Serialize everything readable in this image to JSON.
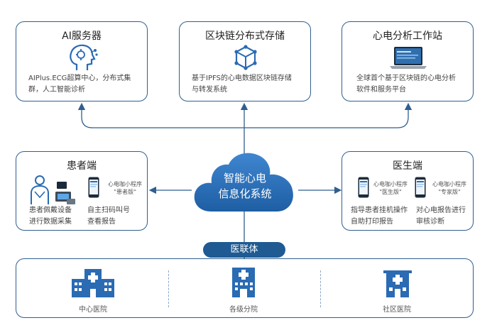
{
  "ai_server": {
    "title": "AI服务器",
    "desc_line1": "AIPlus.ECG超算中心，分布式集",
    "desc_line2": "群，人工智能诊析",
    "icon": "ai-head-icon"
  },
  "blockchain": {
    "title": "区块链分布式存储",
    "desc_line1": "基于IPFS的心电数据区块链存储",
    "desc_line2": "与转发系统",
    "icon": "blockchain-cube-icon"
  },
  "workstation": {
    "title": "心电分析工作站",
    "desc_line1": "全球首个基于区块链的心电分析",
    "desc_line2": "软件和服务平台",
    "icon": "laptop-icon"
  },
  "patient": {
    "title": "患者端",
    "miniapp_line1": "心电咖小程序",
    "miniapp_line2": "\"患者版\"",
    "desc1_line1": "患者佩戴设备",
    "desc1_line2": "进行数据采集",
    "desc2_line1": "自主扫码叫号",
    "desc2_line2": "查看报告"
  },
  "center": {
    "line1": "智能心电",
    "line2": "信息化系统"
  },
  "doctor": {
    "title": "医生端",
    "miniapp1_line1": "心电咖小程序",
    "miniapp1_line2": "\"医生版\"",
    "miniapp2_line1": "心电咖小程序",
    "miniapp2_line2": "\"专家版\"",
    "desc1_line1": "指导患者挂机操作",
    "desc1_line2": "自助打印报告",
    "desc2_line1": "对心电报告进行",
    "desc2_line2": "审核诊断"
  },
  "alliance": {
    "label": "医联体"
  },
  "hospitals": [
    {
      "label": "中心医院",
      "icon": "central-hospital-icon"
    },
    {
      "label": "各级分院",
      "icon": "branch-hospital-icon"
    },
    {
      "label": "社区医院",
      "icon": "community-hospital-icon"
    }
  ],
  "colors": {
    "primary": "#2a6bb3",
    "border": "#2f5f8f",
    "dark": "#1f5a93"
  }
}
